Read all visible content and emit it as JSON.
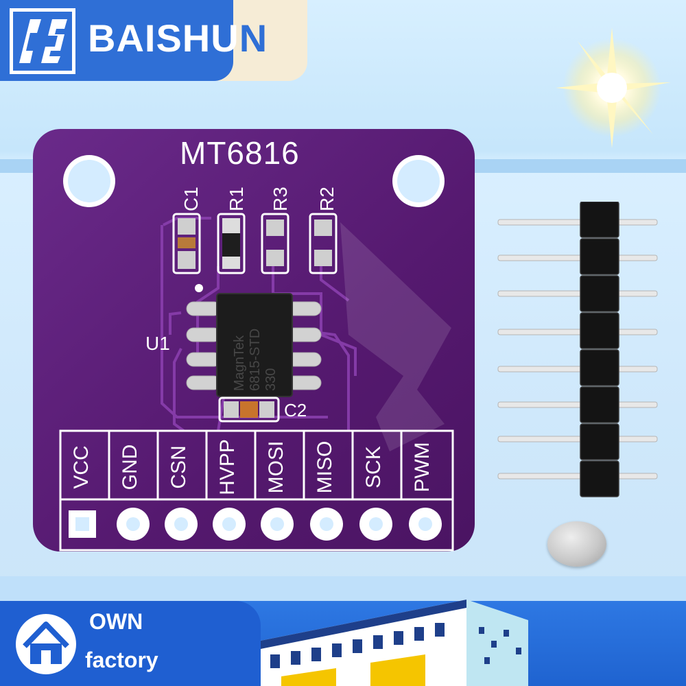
{
  "brand": {
    "name_main": "BAISHU",
    "name_tail": "N",
    "logo_icon": "bs-monogram-logo",
    "color": "#2f6fd6"
  },
  "board": {
    "title": "MT6816",
    "components": {
      "c1": "C1",
      "r1": "R1",
      "r3": "R3",
      "r2": "R2",
      "u1": "U1",
      "c2": "C2"
    },
    "chip_marking": "MagnTek 6815-STD 330",
    "pins": [
      "VCC",
      "GND",
      "CSN",
      "HVPP",
      "MOSI",
      "MISO",
      "SCK",
      "PWM"
    ],
    "color": "#5a1e78"
  },
  "badge": {
    "line1": "OWN",
    "line2": "factory",
    "icon": "house-icon"
  }
}
